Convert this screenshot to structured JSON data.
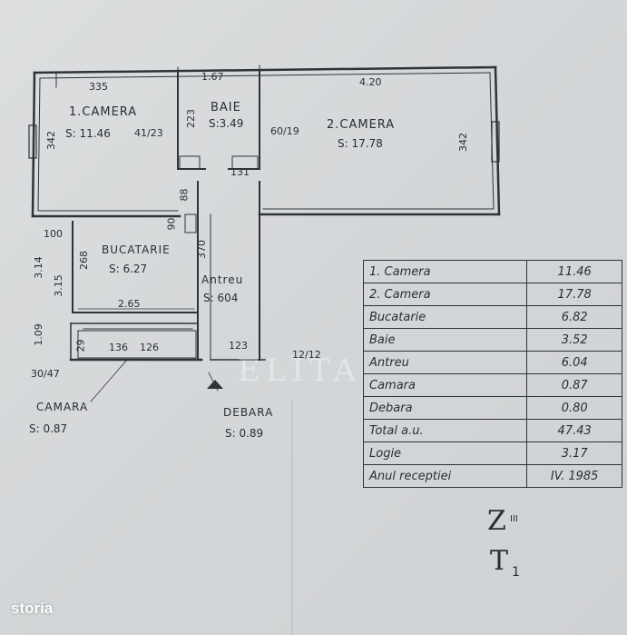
{
  "dimensions": {
    "top_camera1": "335",
    "top_baie": "1.67",
    "top_camera2": "4.20",
    "left_camera1": "342",
    "right_camera2": "342",
    "baie_height": "223",
    "door_1": "41/23",
    "door_2": "60/19",
    "baie_door": "131",
    "hall_left": "88",
    "hall_left2": "90",
    "kitchen_top_left": "100",
    "kitchen_height": "268",
    "hall_height": "370",
    "kitchen_width": "2.65",
    "left_side_a": "3.14",
    "left_side_b": "3.15",
    "logie_left": "1.09",
    "logie_a": "29",
    "logie_b": "136",
    "logie_c": "126",
    "hall_bottom": "123",
    "hall_door": "12/12",
    "camara_door": "30/47"
  },
  "rooms": {
    "camera1_name": "1.CAMERA",
    "camera1_area": "S: 11.46",
    "baie_name": "BAIE",
    "baie_area": "S:3.49",
    "camera2_name": "2.CAMERA",
    "camera2_area": "S: 17.78",
    "bucatarie_name": "BUCATARIE",
    "bucatarie_area": "S: 6.27",
    "antreu_name": "Antreu",
    "antreu_area": "S: 604",
    "camara_name": "CAMARA",
    "camara_area": "S: 0.87",
    "debara_name": "DEBARA",
    "debara_area": "S: 0.89"
  },
  "area_table": [
    {
      "name": "1. Camera",
      "value": "11.46"
    },
    {
      "name": "2. Camera",
      "value": "17.78"
    },
    {
      "name": "Bucatarie",
      "value": "6.82"
    },
    {
      "name": "Baie",
      "value": "3.52"
    },
    {
      "name": "Antreu",
      "value": "6.04"
    },
    {
      "name": "Camara",
      "value": "0.87"
    },
    {
      "name": "Debara",
      "value": "0.80"
    },
    {
      "name": "Total a.u.",
      "value": "47.43"
    },
    {
      "name": "Logie",
      "value": "3.17"
    },
    {
      "name": "Anul receptiei",
      "value": "IV. 1985"
    }
  ],
  "sheet": {
    "code_top": "Z",
    "code_top_sup": "III",
    "code_bottom": "T",
    "code_bottom_sub": "1"
  },
  "watermark": "ELITA",
  "brand": "storia"
}
